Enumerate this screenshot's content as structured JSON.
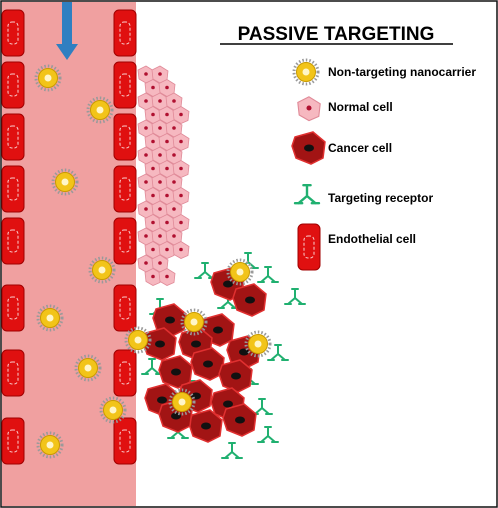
{
  "title": "PASSIVE TARGETING",
  "legend": {
    "nanocarrier": "Non-targeting nanocarrier",
    "normal_cell": "Normal cell",
    "cancer_cell": "Cancer cell",
    "receptor": "Targeting receptor",
    "endothelial_cell": "Endothelial cell"
  },
  "colors": {
    "vessel": "#f0a0a0",
    "endothelial": "#e01010",
    "normal_cell": "#f6b8c0",
    "cancer_cell": "#a21414",
    "receptor": "#20b070",
    "nanocarrier": "#f2c419",
    "flow_arrow": "#2f7fc1"
  }
}
